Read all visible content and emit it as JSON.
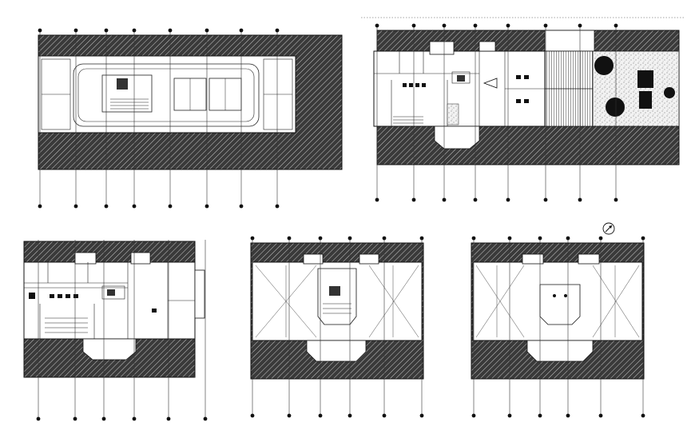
{
  "drawing": {
    "title": "",
    "background": "#ffffff",
    "ink": "#1a1a1a",
    "hatch_color": "#2a2a2a",
    "plans": [
      {
        "name": "plan-roof",
        "grid_columns": 8
      },
      {
        "name": "plan-ground-floor",
        "grid_columns": 8
      },
      {
        "name": "plan-first-floor",
        "grid_columns": 6
      },
      {
        "name": "plan-second-floor",
        "grid_columns": 6
      },
      {
        "name": "plan-third-floor",
        "grid_columns": 6
      }
    ],
    "icons": {
      "north_arrow": "north-arrow-icon",
      "grid_bubble": "grid-bubble-icon"
    }
  }
}
